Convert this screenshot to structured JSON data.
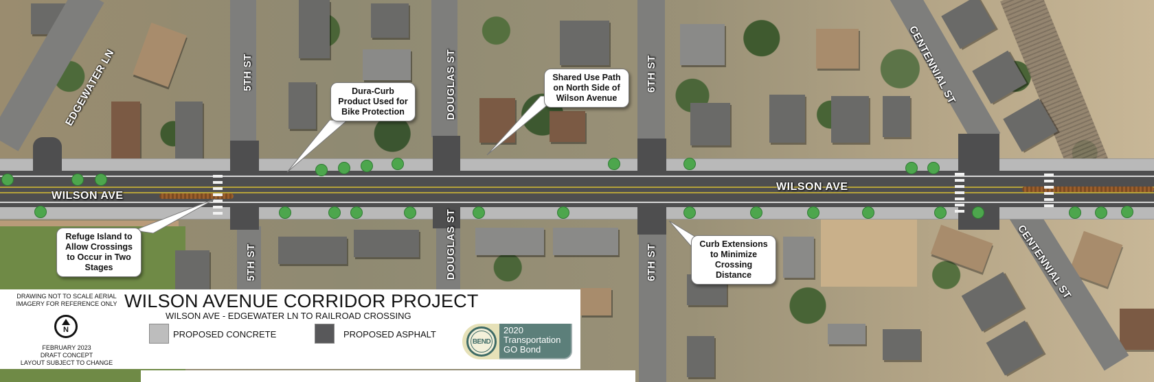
{
  "map": {
    "main_road": "WILSON AVE",
    "street_labels": {
      "edgewater": "EDGEWATER LN",
      "fifth_north": "5TH ST",
      "fifth_south": "5TH ST",
      "douglas_north": "DOUGLAS ST",
      "douglas_south": "DOUGLAS ST",
      "sixth_north": "6TH ST",
      "sixth_south": "6TH ST",
      "centennial_north": "CENTENNIAL ST",
      "centennial_south": "CENTENNIAL ST",
      "wilson_west": "WILSON AVE",
      "wilson_east": "WILSON AVE"
    },
    "callouts": [
      {
        "id": "dura-curb",
        "text": "Dura-Curb Product Used for Bike Protection"
      },
      {
        "id": "shared-use-path",
        "text": "Shared Use Path on North Side of Wilson Avenue"
      },
      {
        "id": "refuge-island",
        "text": "Refuge Island to Allow Crossings to Occur in Two Stages"
      },
      {
        "id": "curb-extensions",
        "text": "Curb Extensions to Minimize Crossing Distance"
      }
    ]
  },
  "titleblock": {
    "note_top": "DRAWING NOT TO SCALE AERIAL IMAGERY FOR REFERENCE ONLY",
    "north_letter": "N",
    "note_bottom_line1": "FEBRUARY 2023",
    "note_bottom_line2": "DRAFT CONCEPT",
    "note_bottom_line3": "LAYOUT SUBJECT TO CHANGE",
    "title": "WILSON AVENUE CORRIDOR PROJECT",
    "subtitle": "WILSON AVE - EDGEWATER LN TO RAILROAD CROSSING",
    "legend": [
      {
        "label": "PROPOSED CONCRETE",
        "color": "#bdbdbd"
      },
      {
        "label": "PROPOSED ASPHALT",
        "color": "#58585a"
      }
    ],
    "badge": {
      "seal_text": "BEND",
      "line1": "2020",
      "line2": "Transportation",
      "line3": "GO Bond",
      "color": "#5c7f7a"
    }
  }
}
